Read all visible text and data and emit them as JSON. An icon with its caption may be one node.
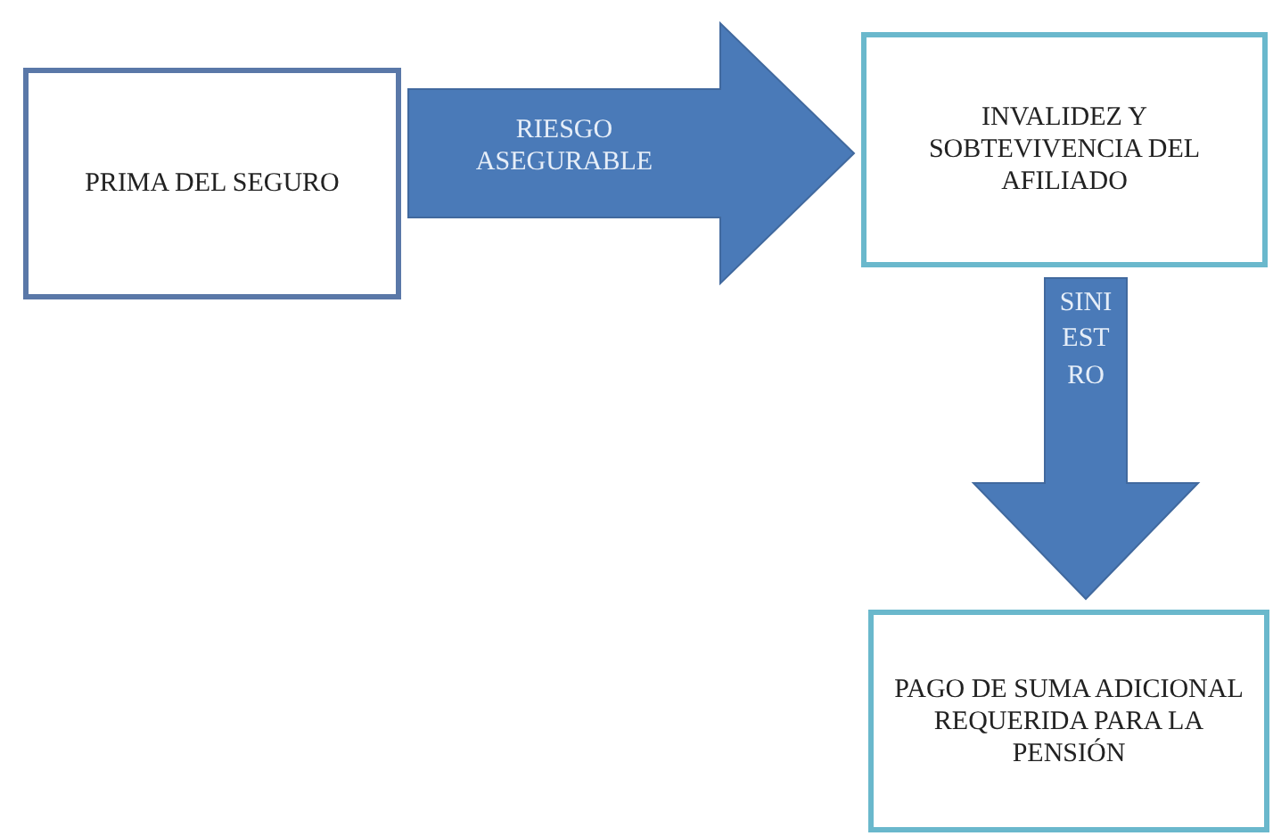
{
  "diagram": {
    "nodes": [
      {
        "text": [
          "PRIMA DEL SEGURO"
        ]
      },
      {
        "text": [
          "INVALIDEZ Y SOBTEVIVENCIA DEL AFILIADO"
        ]
      },
      {
        "text": [
          "PAGO DE SUMA ADICIONAL REQUERIDA PARA LA PENSIÓN"
        ]
      }
    ],
    "edges": [
      {
        "from": 0,
        "to": 1,
        "arrow": "to",
        "label": "RIESGO ASEGURABLE"
      },
      {
        "from": 1,
        "to": 2,
        "arrow": "to",
        "label": "SINIESTRO"
      }
    ]
  }
}
